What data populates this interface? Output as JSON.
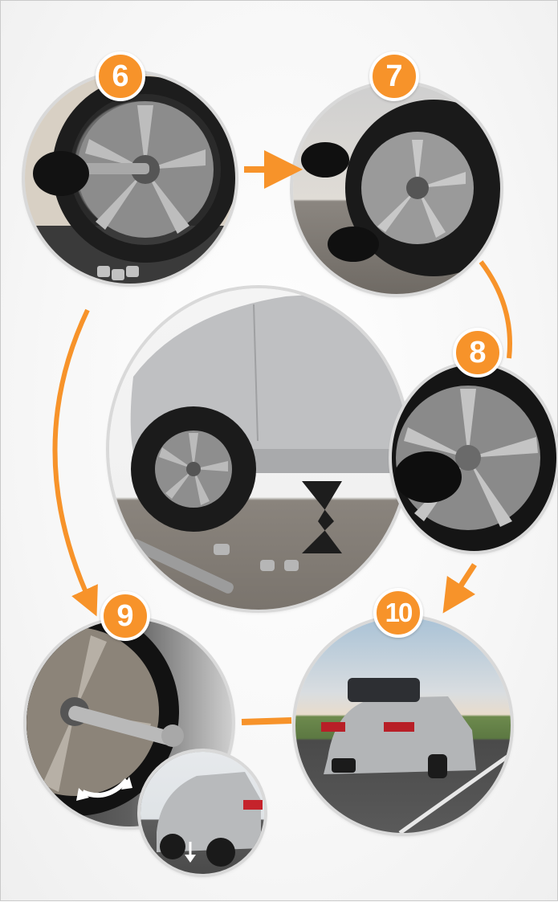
{
  "colors": {
    "accent_orange": "#f7932a",
    "badge_border": "#ffffff",
    "circle_border": "#d9d9d9",
    "background": "#f7f7f7"
  },
  "steps": [
    {
      "number": "6",
      "scene": "gloved hand loosening lug nuts with wrench on flat tire; removed lug nuts on ground"
    },
    {
      "number": "7",
      "scene": "hands mounting spare tire onto wheel hub"
    },
    {
      "number": "8",
      "scene": "gloved hand hand-tightening lug nut on new wheel"
    },
    {
      "number": "9",
      "scene": "lug wrench tightening nuts with rotation arrow; inset of car being lowered with down arrow"
    },
    {
      "number": "10",
      "scene": "silver sedan driving away on road at sunset"
    }
  ],
  "center": {
    "scene": "silver car raised on scissor jack with lug wrench and lug nuts on ground"
  },
  "icons": {
    "rotate_arrow": "curved-double-arrow",
    "lower_arrow": "down-arrow",
    "flow_arrows": "orange-arrows"
  }
}
